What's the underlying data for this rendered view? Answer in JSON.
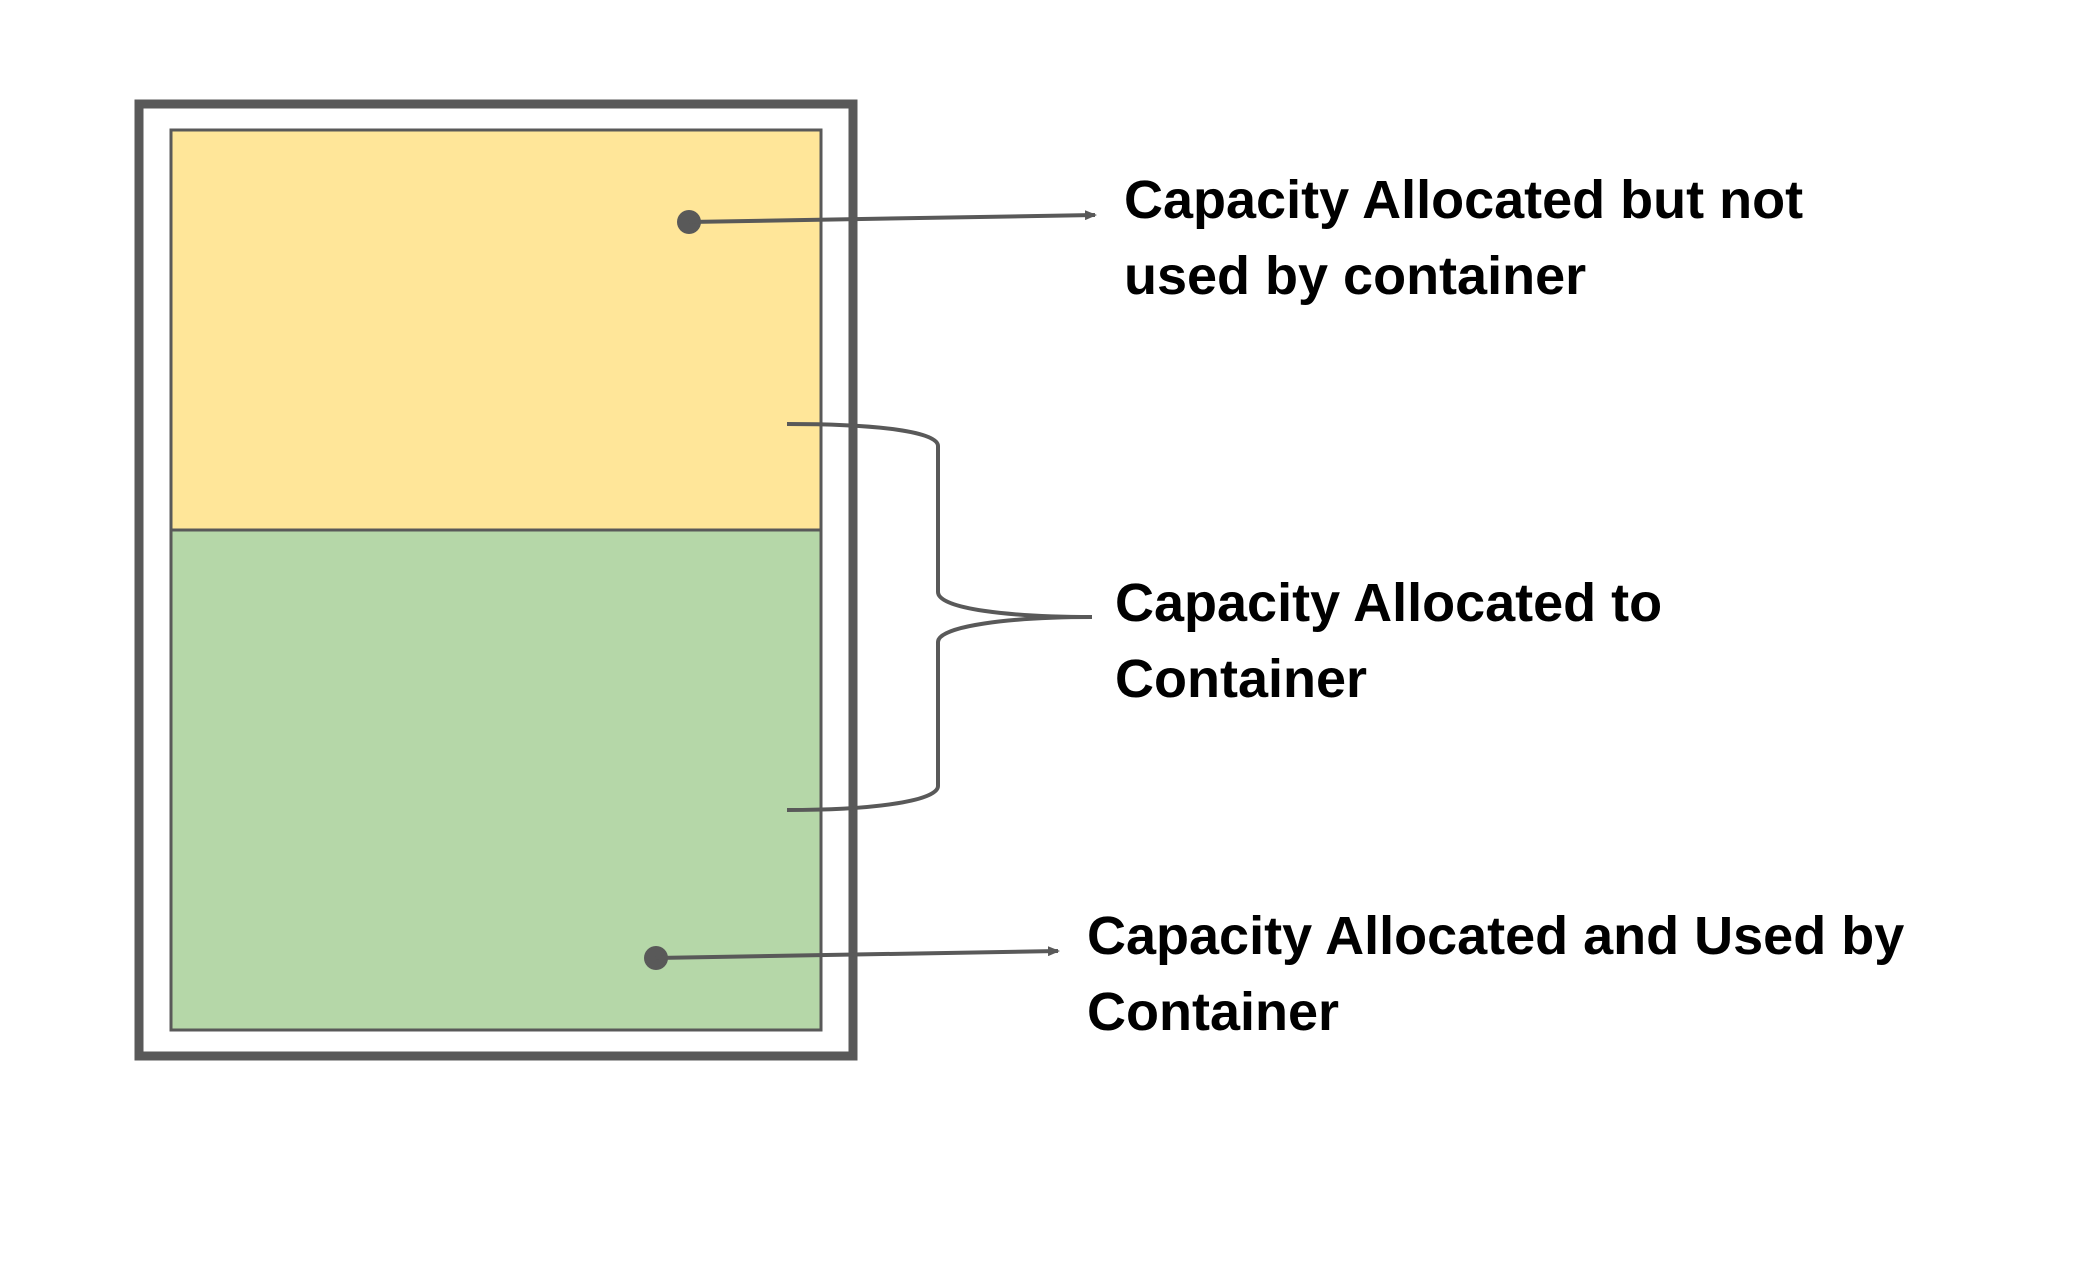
{
  "colors": {
    "outer_border": "#595959",
    "inner_border": "#595959",
    "unused_fill": "#FFE699",
    "used_fill": "#B5D7A8",
    "connector": "#595959",
    "text": "#000000"
  },
  "labels": {
    "unused": {
      "line1": "Capacity Allocated but not",
      "line2": "used by container"
    },
    "allocated": {
      "line1": "Capacity Allocated to",
      "line2": "Container"
    },
    "used": {
      "line1": "Capacity Allocated and Used by",
      "line2": "Container"
    }
  }
}
